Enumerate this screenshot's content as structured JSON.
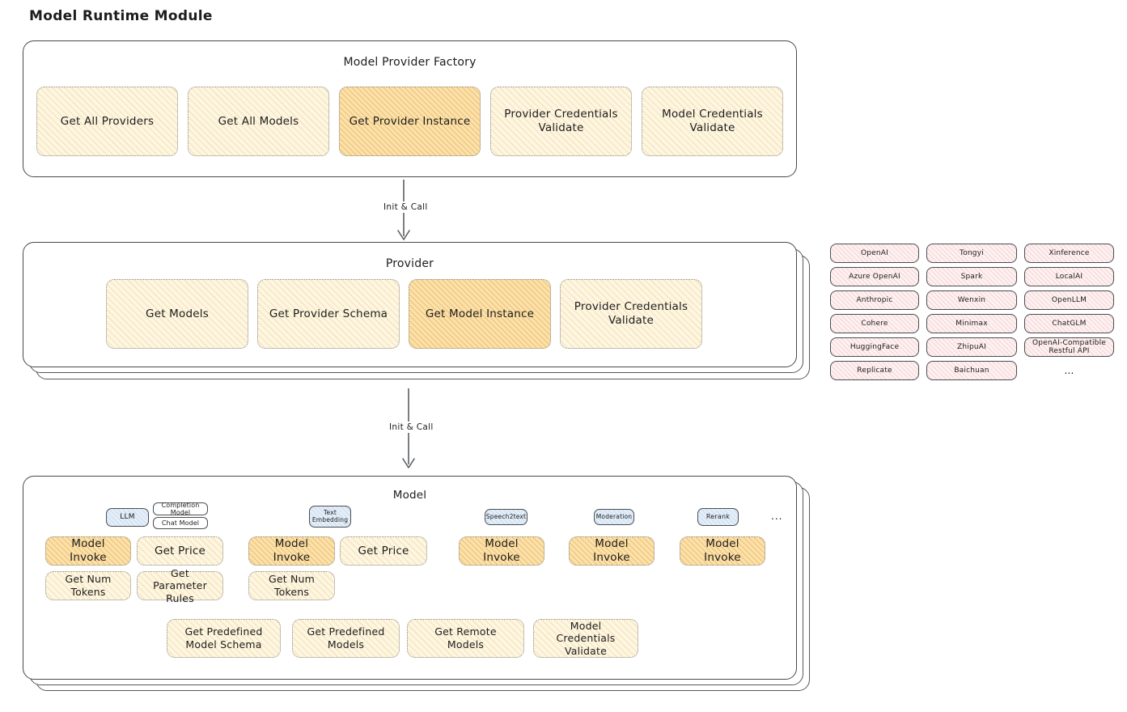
{
  "diagram_title": "Model Runtime Module",
  "colors": {
    "node_light_fill": "#fdf6e2",
    "node_highlight_fill": "#fae2ad",
    "provider_chip_fill": "#fdf1f1",
    "type_badge_fill": "#e4eef8",
    "border_dark": "#46494d"
  },
  "factory": {
    "title": "Model Provider Factory",
    "items": [
      {
        "label": "Get All Providers"
      },
      {
        "label": "Get All Models"
      },
      {
        "label": "Get Provider Instance"
      },
      {
        "label": "Provider Credentials Validate"
      },
      {
        "label": "Model Credentials Validate"
      }
    ]
  },
  "arrow1": {
    "label": "Init & Call"
  },
  "arrow2": {
    "label": "Init & Call"
  },
  "provider": {
    "title": "Provider",
    "items": [
      {
        "label": "Get Models"
      },
      {
        "label": "Get Provider Schema"
      },
      {
        "label": "Get Model Instance"
      },
      {
        "label": "Provider Credentials Validate"
      }
    ]
  },
  "providers_grid": {
    "rows": [
      [
        "OpenAI",
        "Tongyi",
        "Xinference"
      ],
      [
        "Azure OpenAI",
        "Spark",
        "LocalAI"
      ],
      [
        "Anthropic",
        "Wenxin",
        "OpenLLM"
      ],
      [
        "Cohere",
        "Minimax",
        "ChatGLM"
      ],
      [
        "HuggingFace",
        "ZhipuAI",
        "OpenAI-Compatible Restful API"
      ],
      [
        "Replicate",
        "Baichuan"
      ]
    ],
    "ellipsis": "..."
  },
  "model": {
    "title": "Model",
    "badges": {
      "llm": "LLM",
      "completion_model": "Completion Model",
      "chat_model": "Chat Model",
      "text_embedding": "Text Embedding",
      "speech2text": "Speech2text",
      "moderation": "Moderation",
      "rerank": "Rerank",
      "ellipsis": "..."
    },
    "llm_ops": {
      "invoke": "Model Invoke",
      "price": "Get Price",
      "tokens": "Get Num Tokens",
      "rules": "Get Parameter Rules"
    },
    "embedding_ops": {
      "invoke": "Model Invoke",
      "price": "Get Price",
      "tokens": "Get Num Tokens"
    },
    "speech2text_ops": {
      "invoke": "Model Invoke"
    },
    "moderation_ops": {
      "invoke": "Model Invoke"
    },
    "rerank_ops": {
      "invoke": "Model Invoke"
    },
    "common_ops": {
      "predefined_schema": "Get Predefined Model Schema",
      "predefined_models": "Get Predefined Models",
      "remote_models": "Get Remote Models",
      "credentials_validate": "Model Credentials Validate"
    }
  }
}
